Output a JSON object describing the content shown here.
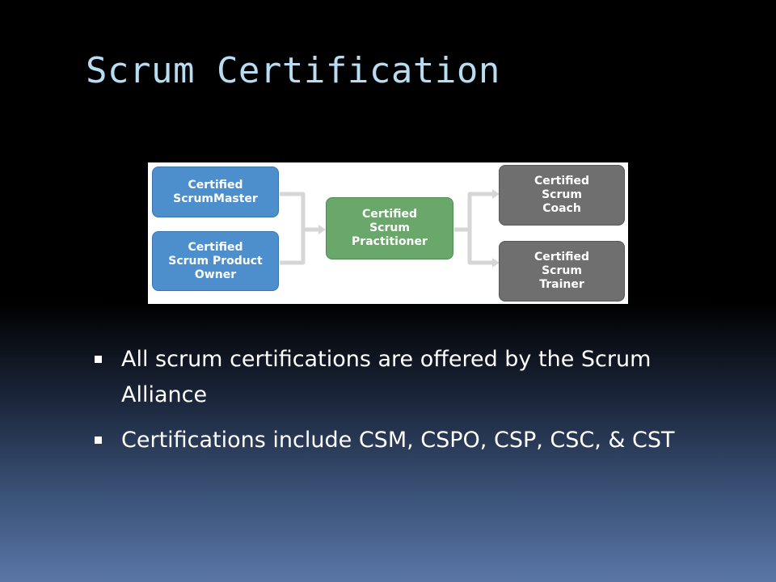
{
  "slide": {
    "title": "Scrum Certification"
  },
  "diagram": {
    "nodes": {
      "csm": {
        "lines": [
          "Certified",
          "ScrumMaster"
        ]
      },
      "cspo": {
        "lines": [
          "Certified",
          "Scrum Product",
          "Owner"
        ]
      },
      "csp": {
        "lines": [
          "Certified",
          "Scrum",
          "Practitioner"
        ]
      },
      "csc": {
        "lines": [
          "Certified",
          "Scrum",
          "Coach"
        ]
      },
      "cst": {
        "lines": [
          "Certified",
          "Scrum",
          "Trainer"
        ]
      }
    },
    "colors": {
      "foundation": "#4d8fcd",
      "practitioner": "#69a76a",
      "advanced": "#6f6f6f",
      "connector": "#d6d6d6"
    }
  },
  "bullets": [
    {
      "text": "All scrum certifications are offered by the Scrum Alliance"
    },
    {
      "text": "Certifications include CSM, CSPO, CSP, CSC, & CST"
    }
  ]
}
